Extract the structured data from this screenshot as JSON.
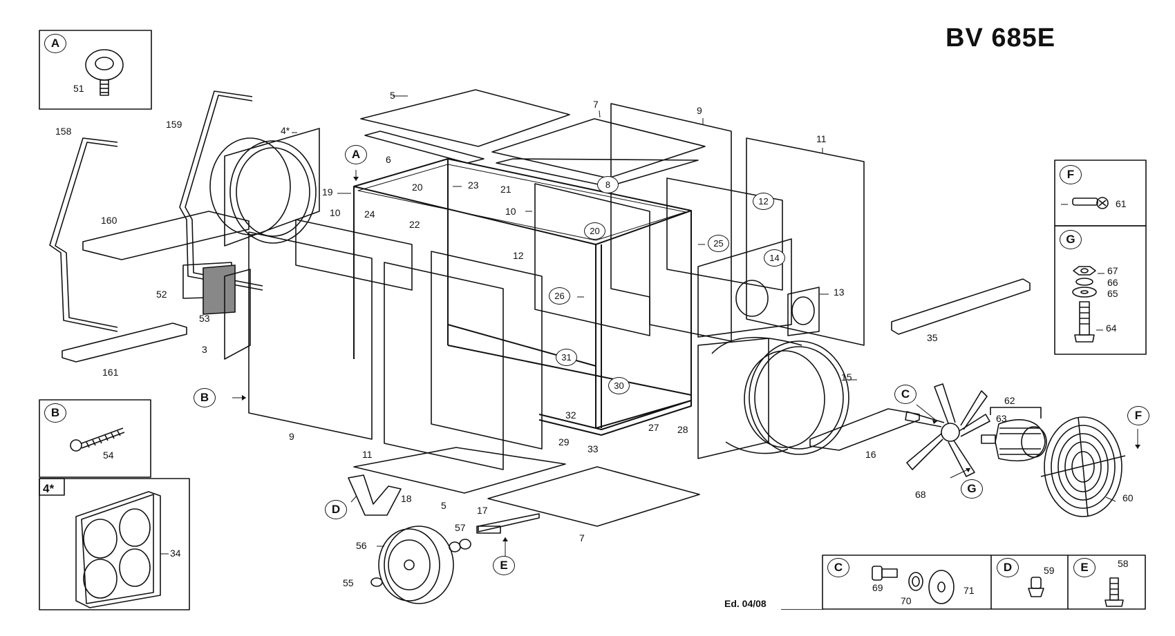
{
  "title": "BV 685E",
  "edition": "Ed. 04/08",
  "detail_boxes": {
    "A": {
      "letter": "A",
      "parts": [
        "51"
      ]
    },
    "B": {
      "letter": "B",
      "parts": [
        "54"
      ]
    },
    "four": {
      "letter": "4*",
      "parts": [
        "34"
      ]
    },
    "F": {
      "letter": "F",
      "parts": [
        "61"
      ]
    },
    "G": {
      "letter": "G",
      "parts": [
        "67",
        "66",
        "65",
        "64"
      ]
    },
    "C": {
      "letter": "C",
      "parts": [
        "69",
        "70",
        "71"
      ]
    },
    "D": {
      "letter": "D",
      "parts": [
        "59"
      ]
    },
    "E": {
      "letter": "E",
      "parts": [
        "58"
      ]
    }
  },
  "part_labels": [
    "158",
    "159",
    "160",
    "161",
    "52",
    "53",
    "3",
    "4*",
    "5",
    "6",
    "19",
    "20",
    "23",
    "21",
    "22",
    "10",
    "24",
    "7",
    "9",
    "11",
    "10",
    "12",
    "8",
    "20",
    "25",
    "14",
    "13",
    "12",
    "26",
    "31",
    "30",
    "32",
    "29",
    "33",
    "27",
    "28",
    "15",
    "16",
    "62",
    "63",
    "68",
    "60",
    "35",
    "9",
    "11",
    "5",
    "18",
    "17",
    "7",
    "57",
    "56",
    "55"
  ],
  "circled_parts": [
    "8",
    "12",
    "20",
    "25",
    "14",
    "26",
    "31",
    "30"
  ],
  "view_markers": {
    "A": "A",
    "B": "B",
    "C": "C",
    "D": "D",
    "E": "E",
    "F": "F",
    "G": "G"
  }
}
